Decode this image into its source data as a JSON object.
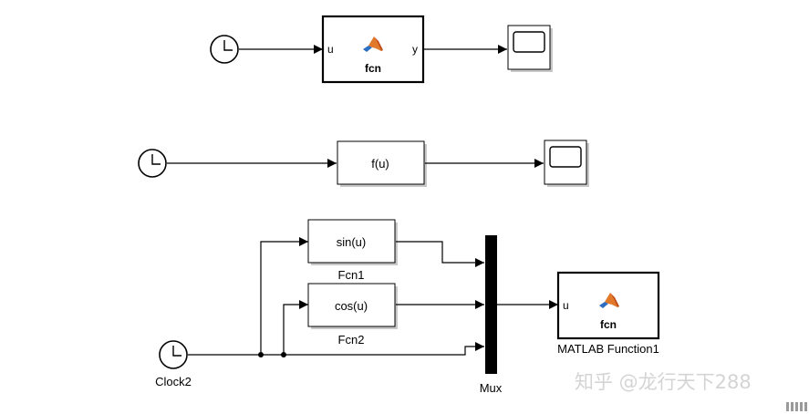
{
  "model": {
    "row1": {
      "fcn_block": {
        "input_port": "u",
        "output_port": "y",
        "label": "fcn"
      }
    },
    "row2": {
      "fcn_block": {
        "expr": "f(u)"
      }
    },
    "row3": {
      "fcn1": {
        "expr": "sin(u)",
        "name": "Fcn1"
      },
      "fcn2": {
        "expr": "cos(u)",
        "name": "Fcn2"
      },
      "clock": {
        "name": "Clock2"
      },
      "mux": {
        "name": "Mux"
      },
      "matlab_function": {
        "input_port": "u",
        "label": "fcn",
        "name": "MATLAB Function1"
      }
    }
  },
  "watermark": {
    "text": "知乎 @龙行天下288"
  }
}
